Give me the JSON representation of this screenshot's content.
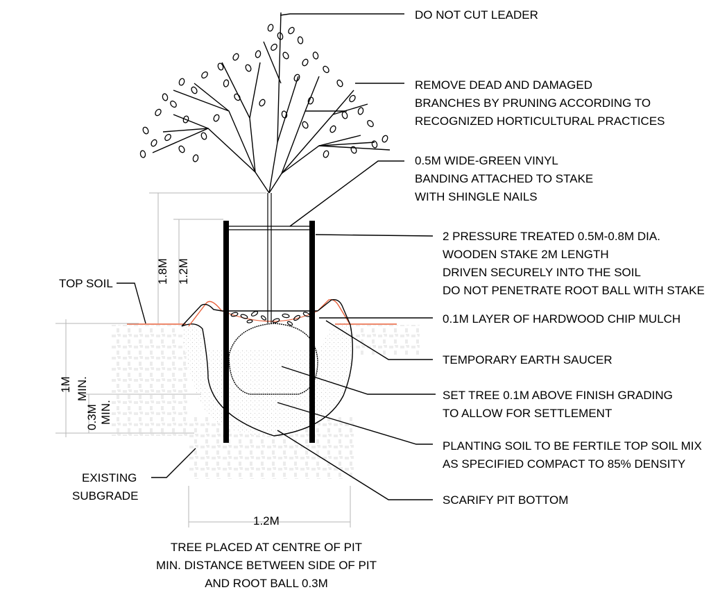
{
  "callouts": {
    "leader": [
      "DO NOT CUT LEADER"
    ],
    "prune": [
      "REMOVE DEAD AND DAMAGED",
      "BRANCHES BY PRUNING ACCORDING TO",
      "RECOGNIZED HORTICULTURAL PRACTICES"
    ],
    "banding": [
      "0.5M WIDE-GREEN VINYL",
      "BANDING ATTACHED TO STAKE",
      "WITH SHINGLE NAILS"
    ],
    "stake": [
      "2 PRESSURE TREATED 0.5M-0.8M DIA.",
      "WOODEN STAKE 2M LENGTH",
      "DRIVEN SECURELY INTO THE SOIL",
      "DO NOT PENETRATE ROOT BALL WITH STAKE"
    ],
    "mulch": [
      "0.1M LAYER OF HARDWOOD CHIP MULCH"
    ],
    "saucer": [
      "TEMPORARY EARTH SAUCER"
    ],
    "set_tree": [
      "SET TREE 0.1M ABOVE FINISH GRADING",
      "TO ALLOW FOR SETTLEMENT"
    ],
    "planting_soil": [
      "PLANTING SOIL TO BE FERTILE TOP SOIL MIX",
      "AS SPECIFIED COMPACT TO 85% DENSITY"
    ],
    "scarify": [
      "SCARIFY PIT BOTTOM"
    ],
    "top_soil": [
      "TOP SOIL"
    ],
    "existing": [
      "EXISTING",
      "SUBGRADE"
    ]
  },
  "dimensions": {
    "stake_height": "1.8M",
    "band_height": "1.2M",
    "pit_depth": [
      "1M",
      "MIN."
    ],
    "base_depth": [
      "0.3M",
      "MIN."
    ],
    "pit_width": "1.2M"
  },
  "notes": [
    "TREE PLACED AT CENTRE OF PIT",
    "MIN. DISTANCE BETWEEN SIDE OF PIT",
    "AND ROOT BALL 0.3M"
  ],
  "colors": {
    "ink": "#000000",
    "dimension_line": "#b5b5b5",
    "topsoil_line": "#e8603a",
    "hatch": "#c8c8c8"
  }
}
